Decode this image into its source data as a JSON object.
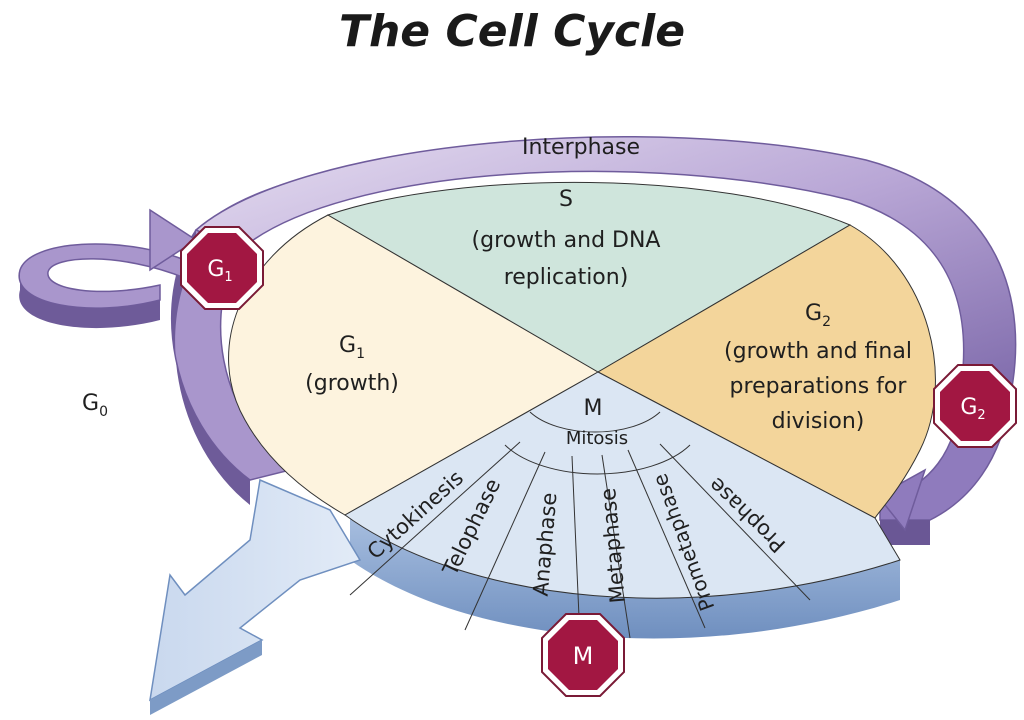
{
  "title": "The Cell Cycle",
  "ring": {
    "label": "Interphase"
  },
  "g0": {
    "label": "G",
    "sub": "0"
  },
  "sectors": {
    "s": {
      "line1": "S",
      "line2": "(growth and DNA",
      "line3": "replication)"
    },
    "g1": {
      "label": "G",
      "sub": "1",
      "line2": "(growth)"
    },
    "g2": {
      "label": "G",
      "sub": "2",
      "line2": "(growth and final",
      "line3": "preparations for",
      "line4": "division)"
    }
  },
  "mitosis": {
    "m_label": "M",
    "mitosis_label": "Mitosis",
    "phases": [
      "Cytokinesis",
      "Telophase",
      "Anaphase",
      "Metaphase",
      "Prometaphase",
      "Prophase"
    ]
  },
  "checkpoints": {
    "g1": {
      "label": "G",
      "sub": "1"
    },
    "g2": {
      "label": "G",
      "sub": "2"
    },
    "m": {
      "label": "M"
    }
  },
  "colors": {
    "ring": "#a18cc4",
    "ring_dark": "#7a67a8",
    "g1": "#fdf3de",
    "s": "#cfe5dc",
    "g2": "#f3d59b",
    "mitosis": "#dbe6f3",
    "mitosis_edge": "#8ea7cc",
    "checkpoint": "#a21742"
  }
}
